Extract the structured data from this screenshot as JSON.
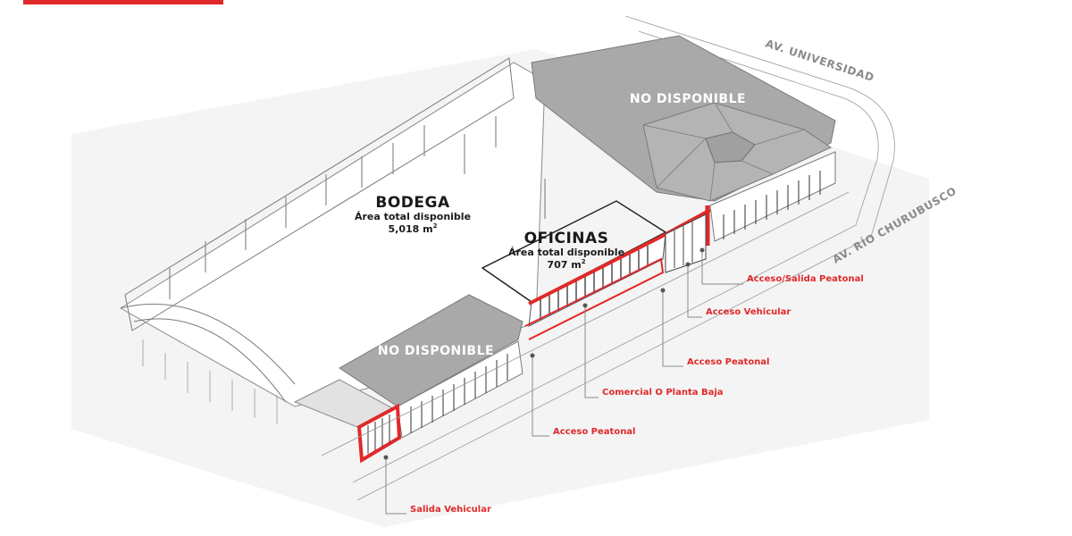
{
  "brand": {
    "accent": "#e0292a",
    "roof": "#a9a9a9",
    "ground": "#f3f3f3"
  },
  "zones": {
    "bodega": {
      "title": "BODEGA",
      "area_label": "Área total disponible",
      "area_value": "5,018 m",
      "area_sup": "2"
    },
    "oficinas": {
      "title": "OFICINAS",
      "area_label": "Área total disponible",
      "area_value": "707 m",
      "area_sup": "2"
    },
    "no_disponible_top": "NO DISPONIBLE",
    "no_disponible_bottom": "NO DISPONIBLE"
  },
  "streets": {
    "universidad": "AV. UNIVERSIDAD",
    "churubusco": "AV. RÍO CHURUBUSCO"
  },
  "callouts": {
    "acceso_salida_peatonal": "Acceso/Salida Peatonal",
    "acceso_vehicular": "Acceso Vehicular",
    "acceso_peatonal_right": "Acceso Peatonal",
    "comercial": "Comercial O Planta Baja",
    "acceso_peatonal_left": "Acceso Peatonal",
    "salida_vehicular": "Salida Vehicular"
  }
}
